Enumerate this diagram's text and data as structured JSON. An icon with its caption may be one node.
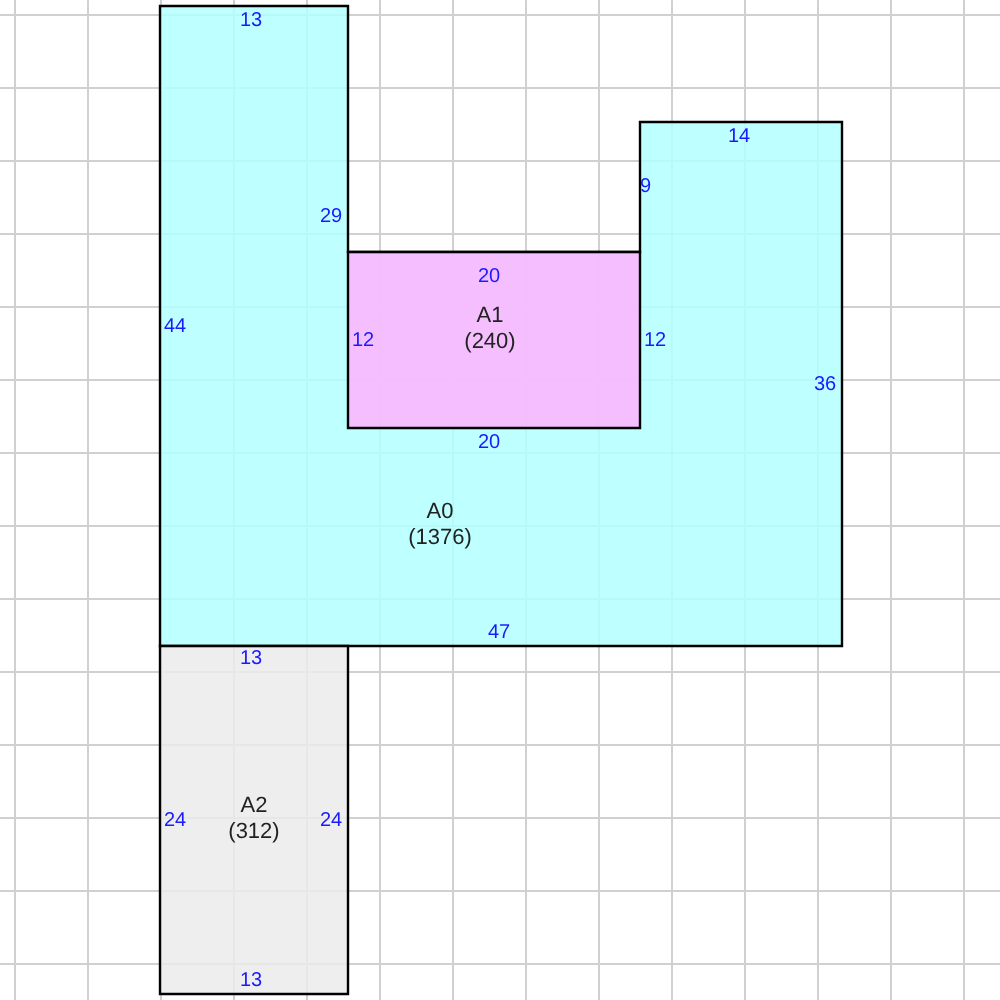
{
  "diagram": {
    "nodes": [
      {
        "text": [
          "A0 (1376)"
        ]
      },
      {
        "text": [
          "A1 (240)"
        ],
        "in": 0
      },
      {
        "text": [
          "A2 (312)"
        ]
      }
    ],
    "labels": [
      "13",
      "14",
      "9",
      "29",
      "20",
      "44",
      "12",
      "12",
      "36",
      "20",
      "47",
      "13",
      "24",
      "24",
      "13"
    ]
  }
}
